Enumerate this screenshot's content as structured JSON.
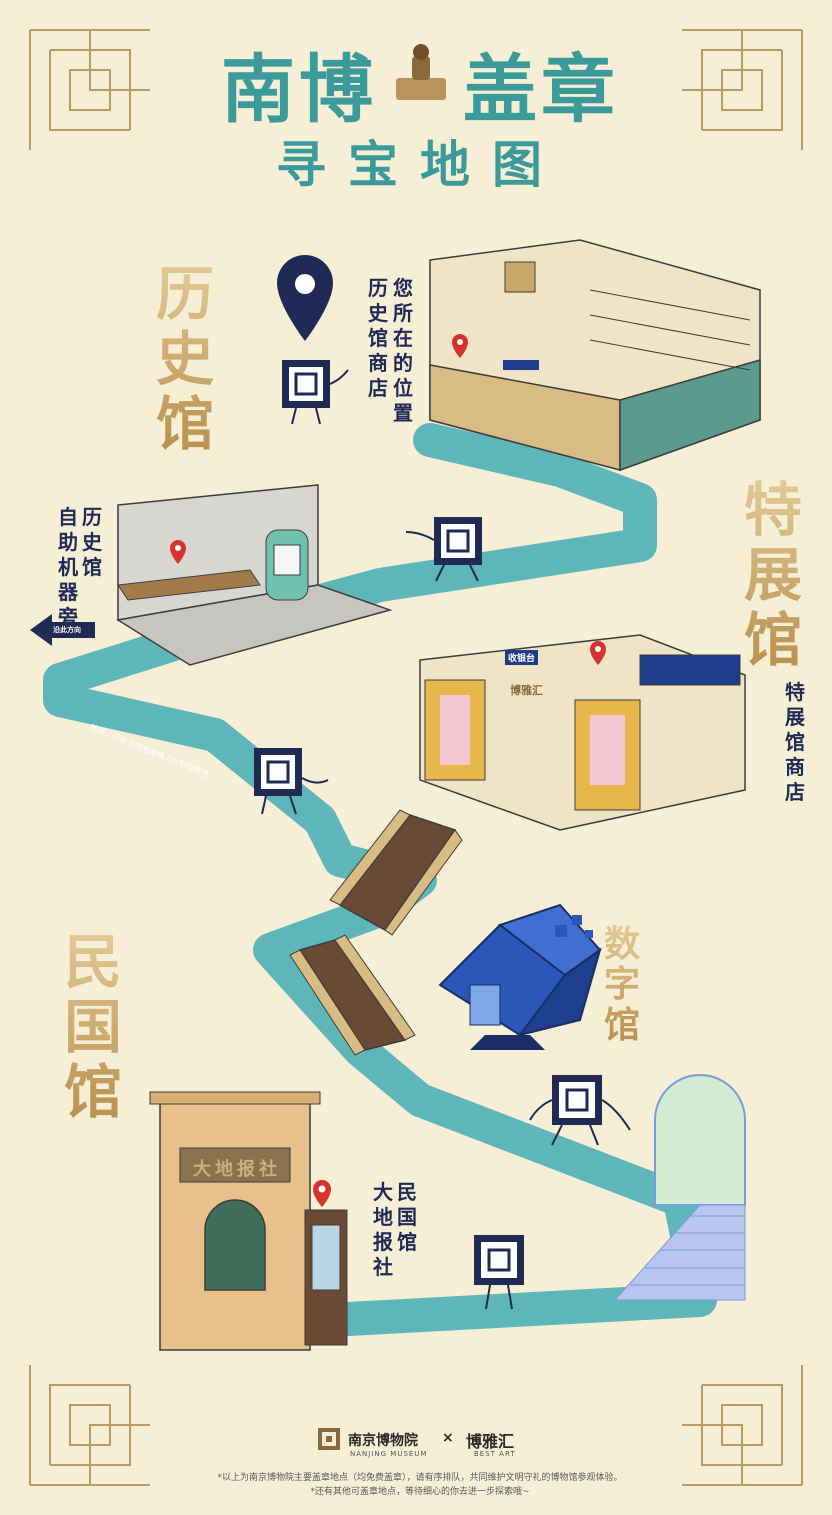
{
  "title": {
    "part1": "南博",
    "part2": "盖章",
    "subtitle": "寻宝地图"
  },
  "halls": {
    "history": "历\n史\n馆",
    "special": "特\n展\n馆",
    "republic": "民\n国\n馆",
    "digital": "数\n字\n馆"
  },
  "locations": {
    "you_are_here": "您\n所\n在\n的\n位\n置",
    "history_shop": "历\n史\n馆\n商\n店",
    "history_machine": "自\n助\n机\n器\n旁",
    "history_machine_hall": "历\n史\n馆",
    "special_shop": "特\n展\n馆\n商\n店",
    "newspaper_1": "大\n地\n报\n社",
    "newspaper_2": "民\n国\n馆"
  },
  "signs": {
    "direction": "沿此方向",
    "cashier": "收银台",
    "path_hint": "若渴，沿数字馆旁电梯上行到特展馆",
    "newspaper_sign": "大地报社",
    "shop_brand": "博雅汇"
  },
  "footer": {
    "museum_name": "南京博物院",
    "museum_en": "NANJING MUSEUM",
    "separator": "×",
    "partner": "博雅汇",
    "partner_en": "BEST ART",
    "note1": "*以上为南京博物院主要盖章地点（均免费盖章），请有序排队，共同维护文明守礼的博物馆参观体验。",
    "note2": "*还有其他可盖章地点，等待细心的你去进一步探索哦~"
  },
  "colors": {
    "background": "#f6efd6",
    "path": "#5fb6b8",
    "title": "#3a9b9a",
    "navy": "#1f2a55",
    "gold": "#c9a86a",
    "pin_red": "#d8322f"
  }
}
